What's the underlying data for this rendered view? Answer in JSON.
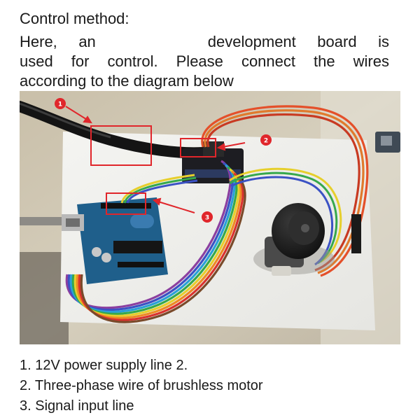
{
  "heading": "Control method:",
  "intro": {
    "line1_start": "Here, an",
    "line1_end": "development board is",
    "line2": "used for control. Please connect the wires",
    "line3": "according to the diagram below"
  },
  "photo": {
    "markers": [
      {
        "number": "1",
        "meaning": "12V power supply line"
      },
      {
        "number": "2",
        "meaning": "Three-phase wire of brushless motor"
      },
      {
        "number": "3",
        "meaning": "Signal input line"
      }
    ],
    "colors": {
      "annotation": "#e0262b",
      "board": "#1f5f8b",
      "paper": "#f2f2ef",
      "table": "#cfc6b2",
      "motor": "#232323"
    }
  },
  "notes": [
    "1. 12V power supply line 2.",
    "2. Three-phase wire of brushless motor",
    "3. Signal input line"
  ]
}
